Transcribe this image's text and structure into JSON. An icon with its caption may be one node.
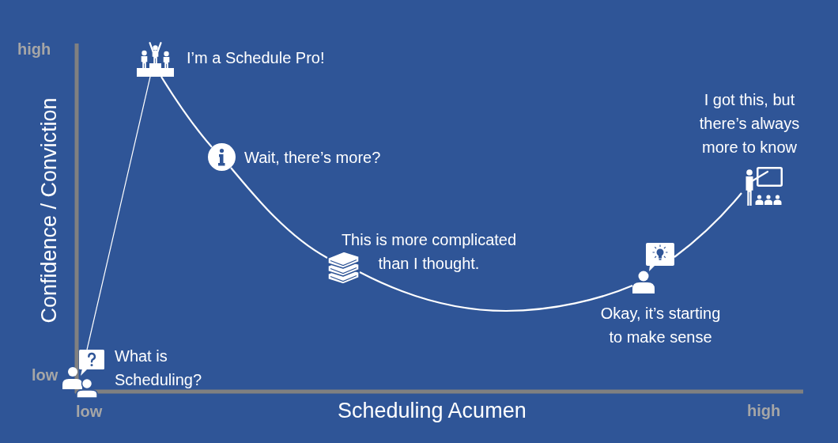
{
  "diagram": {
    "nodes": [
      {
        "text": [],
        "shape": "picture",
        "beside": [
          "What is Scheduling?"
        ]
      },
      {
        "text": [],
        "shape": "picture",
        "beside": [
          "I’m a Schedule Pro!"
        ]
      },
      {
        "text": [],
        "shape": "picture",
        "beside": [
          "Wait, there’s more?"
        ]
      },
      {
        "text": [],
        "shape": "picture",
        "beside": [
          "This is more complicated than I thought."
        ]
      },
      {
        "text": [],
        "shape": "picture",
        "beside": [
          "Okay, it’s starting to make sense"
        ]
      },
      {
        "text": [],
        "shape": "picture",
        "beside": [
          "I got this, but there’s always more to know"
        ]
      }
    ],
    "edges": [
      {
        "from": 0,
        "to": 1,
        "arrow": "none"
      },
      {
        "from": 1,
        "to": 2,
        "arrow": "none"
      },
      {
        "from": 2,
        "to": 3,
        "arrow": "none"
      },
      {
        "from": 3,
        "to": 4,
        "arrow": "none"
      },
      {
        "from": 4,
        "to": 5,
        "arrow": "none"
      }
    ],
    "labels": [
      "high",
      "Confidence / Conviction",
      "low",
      "low",
      "Scheduling Acumen",
      "high"
    ]
  }
}
